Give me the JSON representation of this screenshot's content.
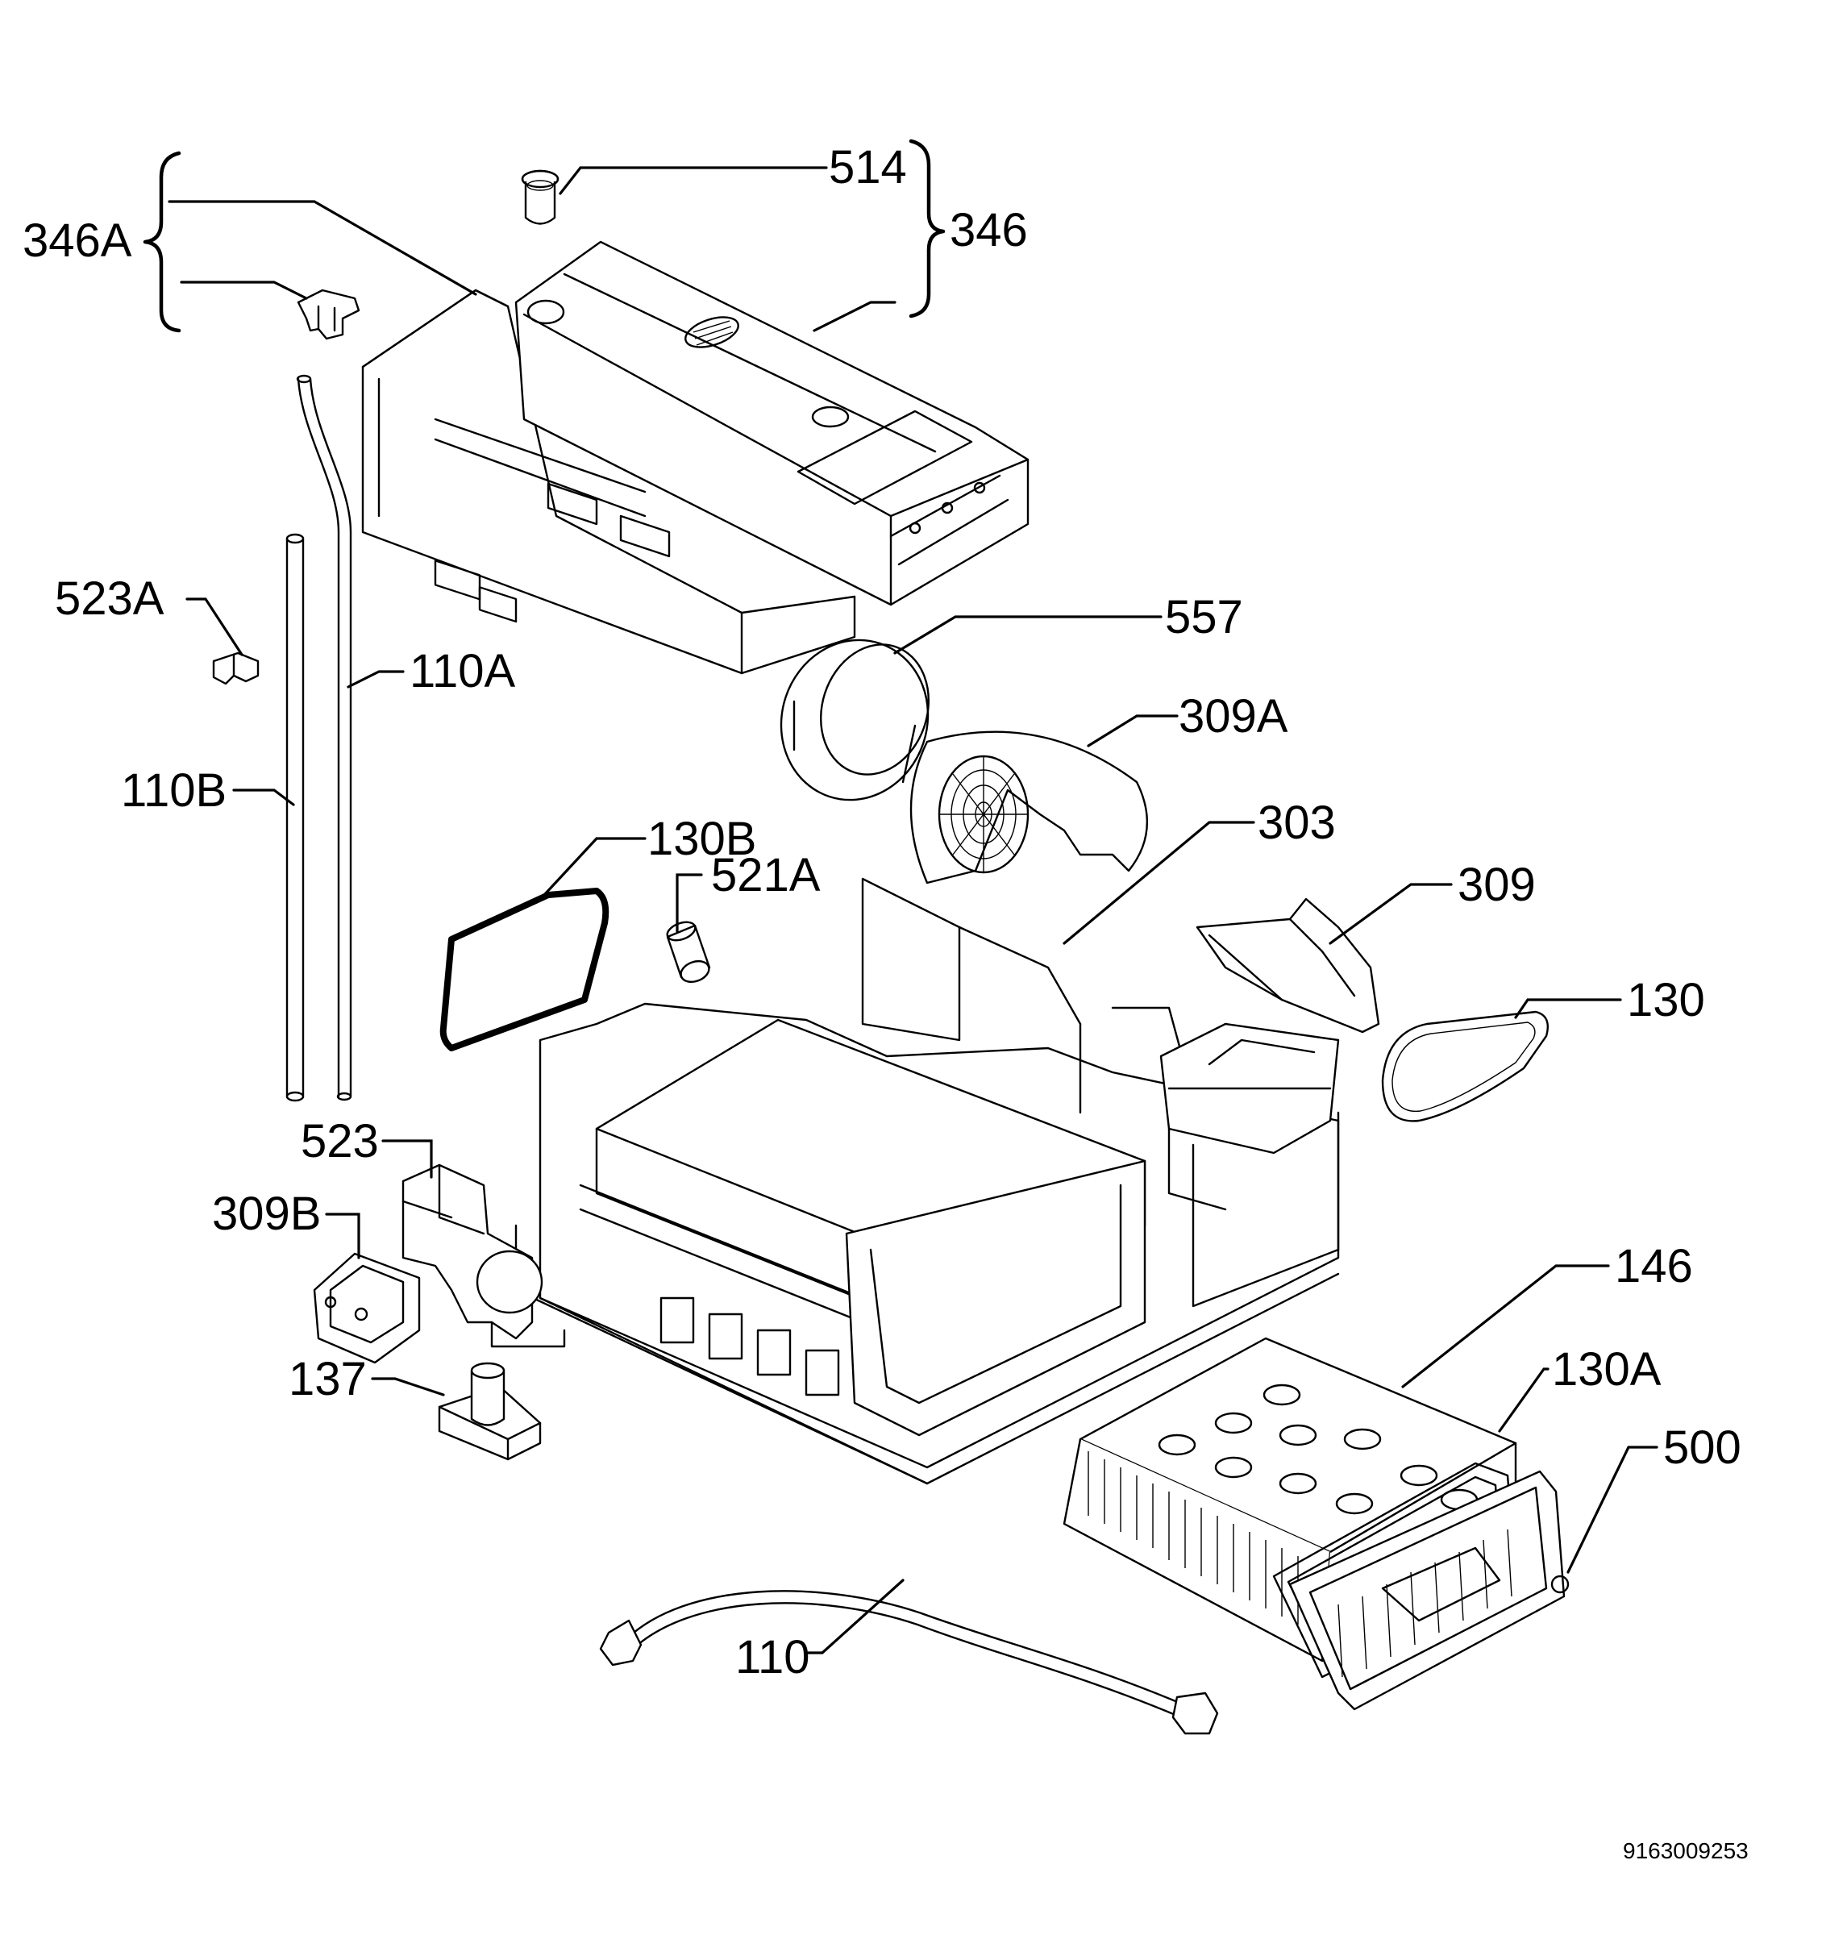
{
  "diagram": {
    "document_number": "9163009253",
    "labels": {
      "p346A": "346A",
      "p514": "514",
      "p346": "346",
      "p523A": "523A",
      "p110A": "110A",
      "p557": "557",
      "p110B": "110B",
      "p309A": "309A",
      "p130B": "130B",
      "p521A": "521A",
      "p303": "303",
      "p309": "309",
      "p130": "130",
      "p523": "523",
      "p309B": "309B",
      "p146": "146",
      "p137": "137",
      "p130A": "130A",
      "p500": "500",
      "p110": "110"
    }
  }
}
